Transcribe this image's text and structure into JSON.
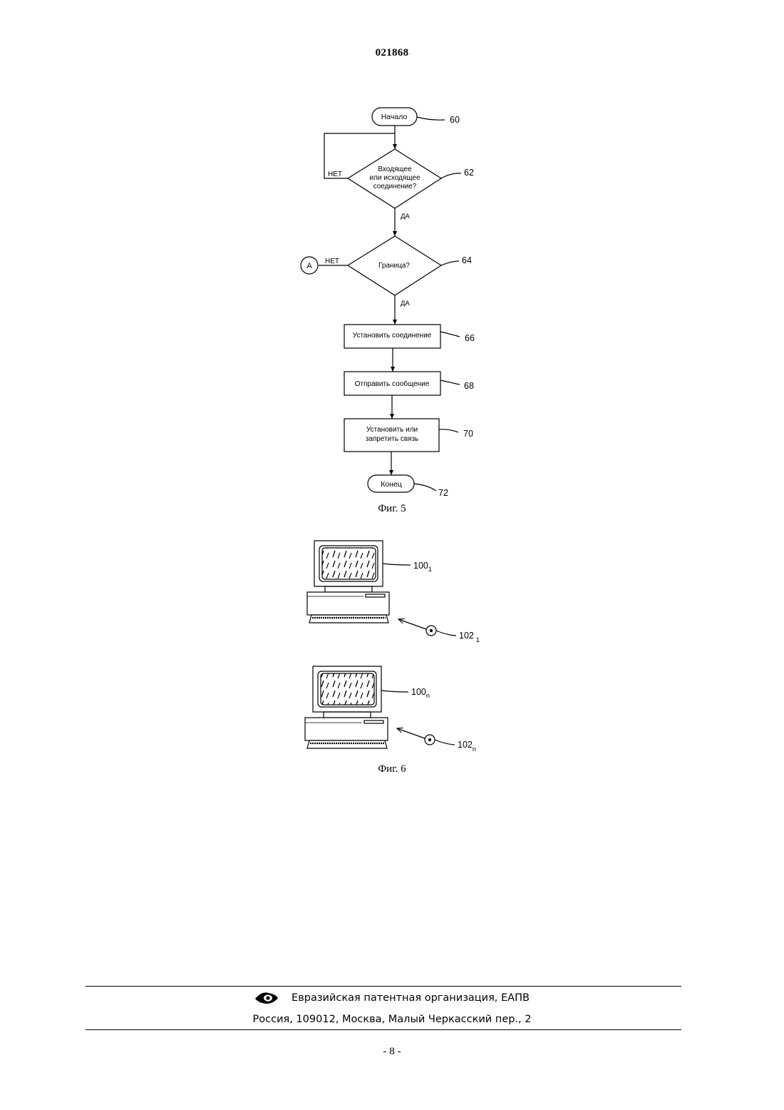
{
  "document": {
    "number": "021868",
    "page_number": "- 8 -"
  },
  "figure5": {
    "caption": "Фиг. 5",
    "start": {
      "label": "Начало",
      "ref": "60"
    },
    "decision1": {
      "lines": [
        "Входящее",
        "или исходящее",
        "соединение?"
      ],
      "ref": "62",
      "no_label": "НЕТ",
      "yes_label": "ДА"
    },
    "decision2": {
      "text": "Граница?",
      "ref": "64",
      "no_label": "НЕТ",
      "yes_label": "ДА",
      "connector": "A"
    },
    "step66": {
      "text": "Установить соединение",
      "ref": "66"
    },
    "step68": {
      "text": "Отправить сообщение",
      "ref": "68"
    },
    "step70": {
      "lines": [
        "Установить или",
        "запретить связь"
      ],
      "ref": "70"
    },
    "end": {
      "label": "Конец",
      "ref": "72"
    }
  },
  "figure6": {
    "caption": "Фиг. 6",
    "terminal1": {
      "ref": "100",
      "ref_sub": "1",
      "media_ref": "102",
      "media_sub": "1"
    },
    "terminaln": {
      "ref": "100",
      "ref_sub": "n",
      "media_ref": "102",
      "media_sub": "n"
    }
  },
  "footer": {
    "organization": "Евразийская патентная организация, ЕАПВ",
    "address": "Россия, 109012, Москва, Малый Черкасский пер., 2"
  }
}
